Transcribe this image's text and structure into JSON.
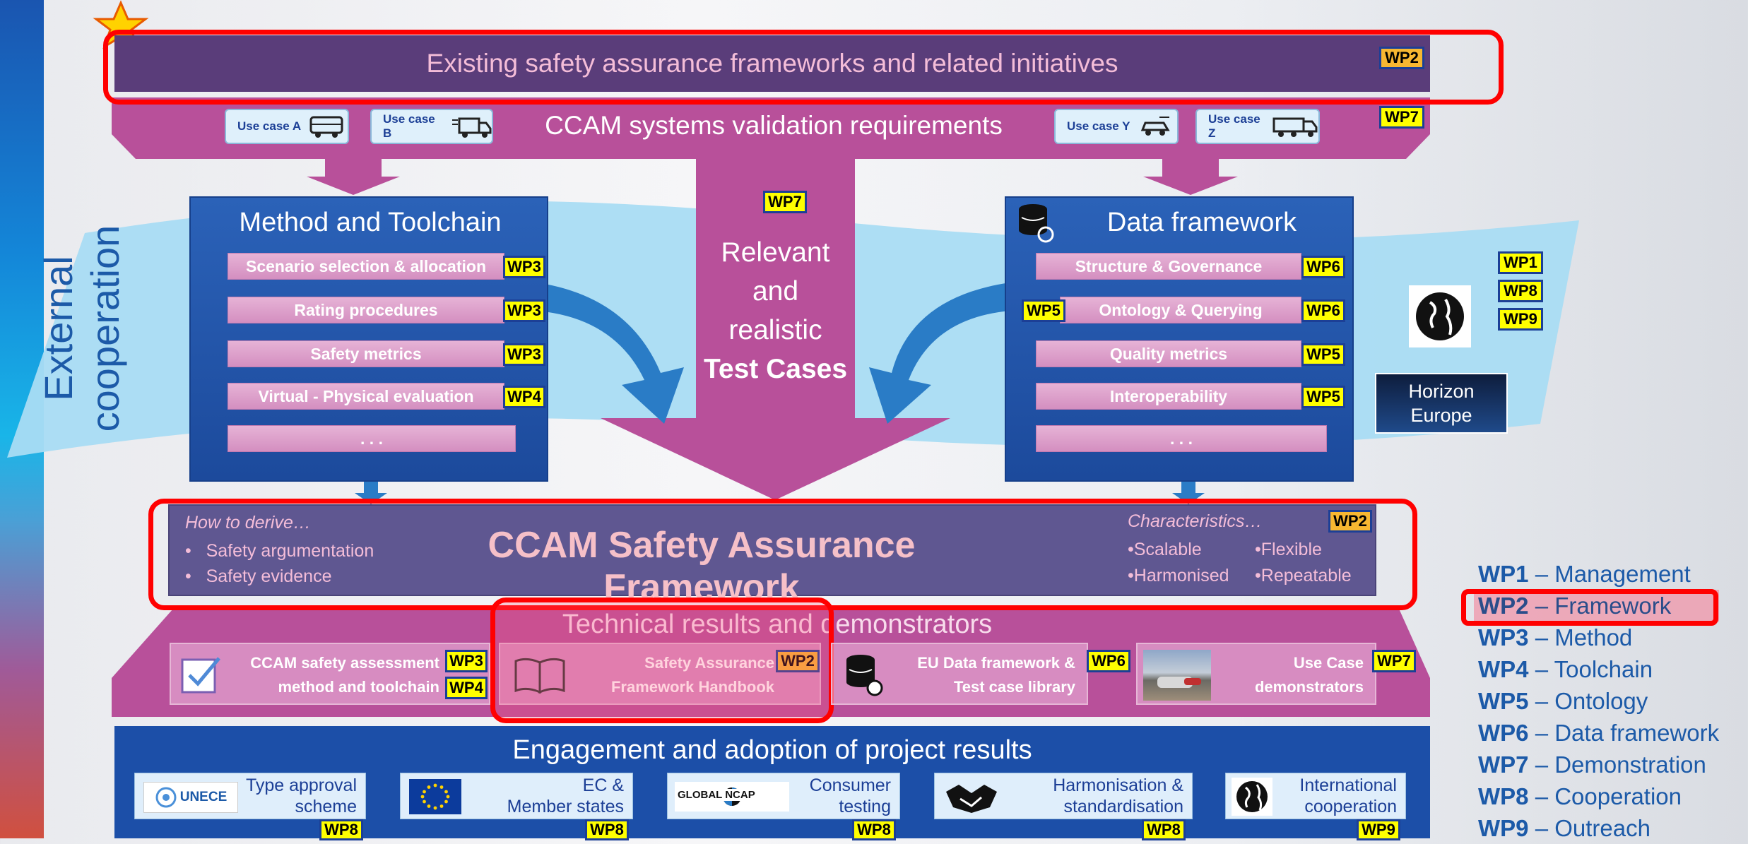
{
  "top": {
    "frameworks_title": "Existing safety assurance frameworks and related initiatives",
    "frameworks_wp": "WP2",
    "requirements_title": "CCAM systems validation requirements",
    "requirements_wp": "WP7",
    "use_cases": [
      "Use case A",
      "Use case B",
      "Use case Y",
      "Use case Z"
    ]
  },
  "external_cooperation": {
    "line1": "External",
    "line2": "cooperation",
    "wps": [
      "WP1",
      "WP8",
      "WP9"
    ],
    "horizon_line1": "Horizon",
    "horizon_line2": "Europe"
  },
  "method": {
    "title": "Method and Toolchain",
    "items": [
      {
        "label": "Scenario selection & allocation",
        "wp": "WP3"
      },
      {
        "label": "Rating procedures",
        "wp": "WP3"
      },
      {
        "label": "Safety metrics",
        "wp": "WP3"
      },
      {
        "label": "Virtual - Physical evaluation",
        "wp": "WP4"
      },
      {
        "label": ". . .",
        "wp": ""
      }
    ]
  },
  "test_cases": {
    "wp": "WP7",
    "line1": "Relevant",
    "line2": "and",
    "line3": "realistic",
    "line4": "Test Cases"
  },
  "data_framework": {
    "title": "Data framework",
    "items": [
      {
        "label": "Structure & Governance",
        "wp": "WP6",
        "left_wp": ""
      },
      {
        "label": "Ontology & Querying",
        "wp": "WP6",
        "left_wp": "WP5"
      },
      {
        "label": "Quality metrics",
        "wp": "WP5",
        "left_wp": ""
      },
      {
        "label": "Interoperability",
        "wp": "WP5",
        "left_wp": ""
      },
      {
        "label": ". . .",
        "wp": "",
        "left_wp": ""
      }
    ]
  },
  "safety_framework": {
    "title": "CCAM Safety Assurance Framework",
    "how_title": "How to derive…",
    "how_items": [
      "Safety argumentation",
      "Safety evidence"
    ],
    "char_title": "Characteristics…",
    "char_items": [
      "Scalable",
      "Flexible",
      "Harmonised",
      "Repeatable"
    ],
    "wp": "WP2"
  },
  "technical": {
    "title": "Technical results and demonstrators",
    "tiles": [
      {
        "line1": "CCAM safety assessment",
        "line2": "method and toolchain",
        "wp1": "WP3",
        "wp2": "WP4"
      },
      {
        "line1": "Safety Assurance",
        "line2": "Framework Handbook",
        "wp1": "WP2"
      },
      {
        "line1": "EU Data framework &",
        "line2": "Test case library",
        "wp1": "WP6"
      },
      {
        "line1": "Use Case",
        "line2": "demonstrators",
        "wp1": "WP7"
      }
    ]
  },
  "engagement": {
    "title": "Engagement and adoption of project results",
    "tiles": [
      {
        "logo": "UNECE",
        "line1": "Type approval",
        "line2": "scheme",
        "wp": "WP8"
      },
      {
        "logo": "",
        "line1": "EC &",
        "line2": "Member states",
        "wp": "WP8"
      },
      {
        "logo": "GLOBAL NCAP",
        "line1": "Consumer",
        "line2": "testing",
        "wp": "WP8"
      },
      {
        "logo": "",
        "line1": "Harmonisation &",
        "line2": "standardisation",
        "wp": "WP8"
      },
      {
        "logo": "",
        "line1": "International",
        "line2": "cooperation",
        "wp": "WP9"
      }
    ]
  },
  "legend": [
    {
      "wp": "WP1",
      "label": "– Management"
    },
    {
      "wp": "WP2",
      "label": "– Framework"
    },
    {
      "wp": "WP3",
      "label": "– Method"
    },
    {
      "wp": "WP4",
      "label": "– Toolchain"
    },
    {
      "wp": "WP5",
      "label": "– Ontology"
    },
    {
      "wp": "WP6",
      "label": "– Data framework"
    },
    {
      "wp": "WP7",
      "label": "– Demonstration"
    },
    {
      "wp": "WP8",
      "label": "– Cooperation"
    },
    {
      "wp": "WP9",
      "label": "– Outreach"
    }
  ],
  "colors": {
    "purple_band": "#5a3d7a",
    "magenta": "#b8509a",
    "navy": "#1c4fa8",
    "wp_yellow": "#ffff00",
    "wp_orange": "#f7b731",
    "highlight_red": "#ff0000"
  }
}
